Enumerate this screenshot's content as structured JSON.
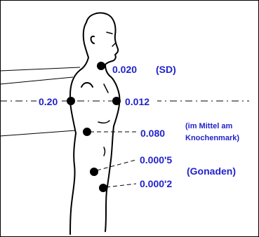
{
  "colors": {
    "accent": "#2222cc",
    "outline": "#000000",
    "background": "#ffffff"
  },
  "labels": {
    "thyroid_value": "0.020",
    "thyroid_note": "(SD)",
    "left_side_value": "0.20",
    "right_side_value": "0.012",
    "marrow_value": "0.080",
    "marrow_note_line1": "(im Mittel am",
    "marrow_note_line2": "Knochenmark)",
    "gonad_value_upper": "0.000'5",
    "gonad_value_lower": "0.000'2",
    "gonad_note": "(Gonaden)"
  }
}
